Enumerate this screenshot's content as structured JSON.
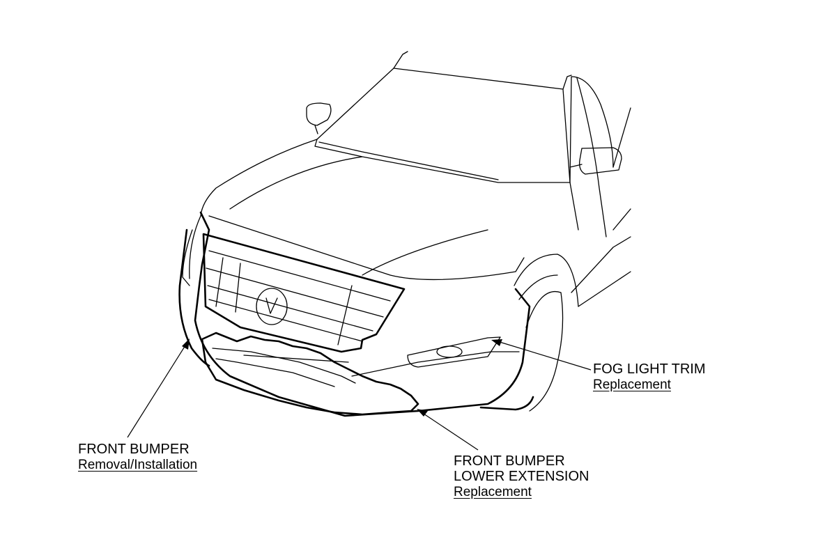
{
  "callouts": {
    "fog_light_trim": {
      "name": "FOG LIGHT TRIM",
      "link": "Replacement"
    },
    "front_bumper": {
      "name": "FRONT BUMPER",
      "link": "Removal/Installation"
    },
    "lower_extension": {
      "name_line1": "FRONT BUMPER",
      "name_line2": "LOWER EXTENSION",
      "link": "Replacement"
    }
  }
}
